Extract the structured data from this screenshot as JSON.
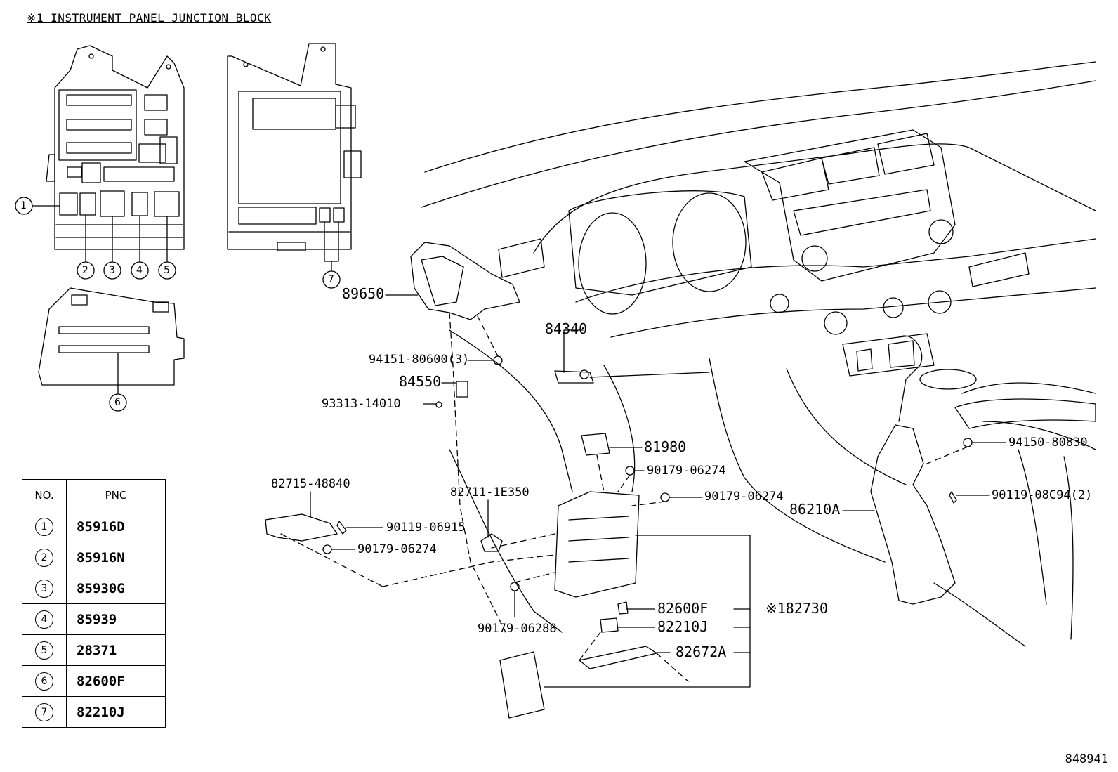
{
  "title": "※1 INSTRUMENT PANEL JUNCTION BLOCK",
  "callouts": {
    "c1": "1",
    "c2": "2",
    "c3": "3",
    "c4": "4",
    "c5": "5",
    "c6": "6",
    "c7": "7"
  },
  "labels": {
    "p89650": "89650",
    "p84340": "84340",
    "p94151": "94151-80600(3)",
    "p84550": "84550",
    "p93313": "93313-14010",
    "p81980": "81980",
    "p90179a": "90179-06274",
    "p90179b": "90179-06274",
    "p82715": "82715-48840",
    "p90119a": "90119-06915",
    "p90179c": "90179-06274",
    "p82711": "82711-1E350",
    "p86210": "86210A",
    "p94150": "94150-80830",
    "p90119b": "90119-08C94(2)",
    "p82600": "82600F",
    "p82730": "※182730",
    "p82210": "82210J",
    "p82672": "82672A",
    "p90179d": "90179-06288"
  },
  "table": {
    "header_no": "NO.",
    "header_pnc": "PNC",
    "rows": [
      {
        "no": "1",
        "pnc": "85916D"
      },
      {
        "no": "2",
        "pnc": "85916N"
      },
      {
        "no": "3",
        "pnc": "85930G"
      },
      {
        "no": "4",
        "pnc": "85939"
      },
      {
        "no": "5",
        "pnc": "28371"
      },
      {
        "no": "6",
        "pnc": "82600F"
      },
      {
        "no": "7",
        "pnc": "82210J"
      }
    ]
  },
  "footer_code": "848941"
}
